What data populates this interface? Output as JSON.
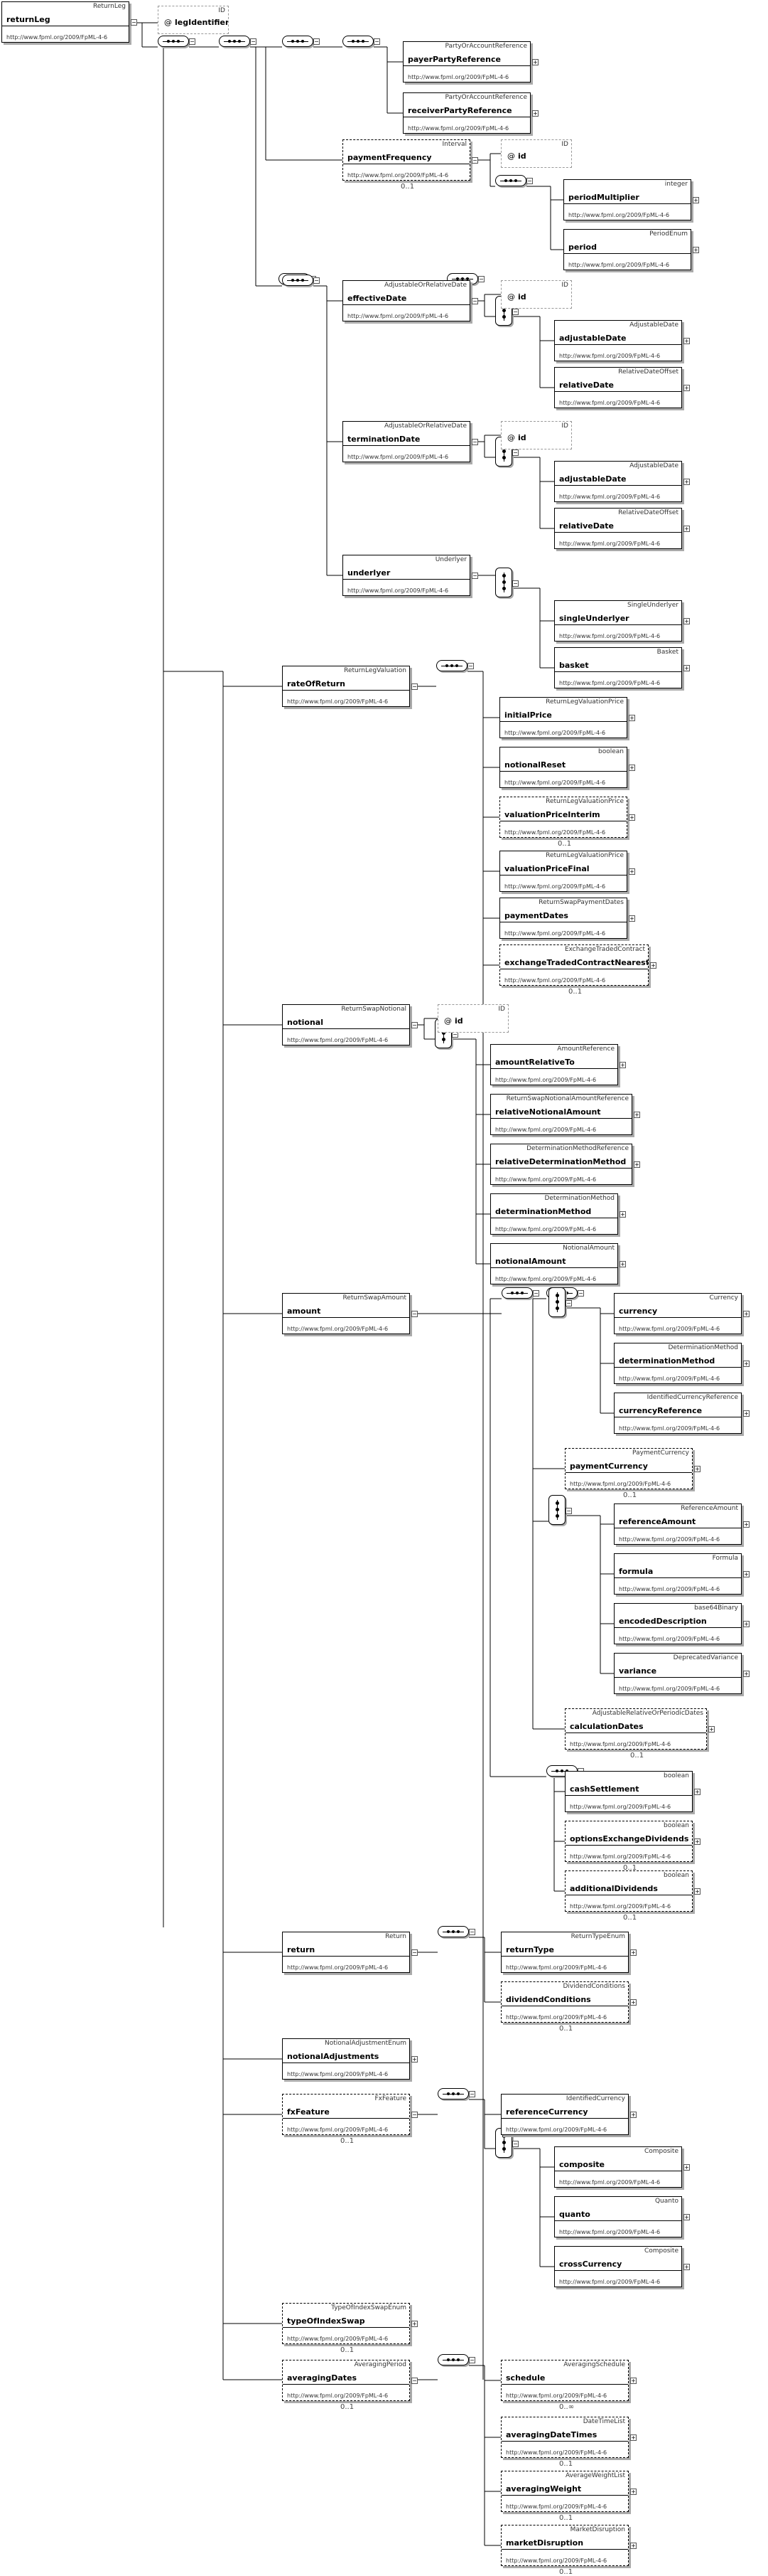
{
  "namespace": "http://www.fpml.org/2009/FpML-4-6",
  "nodes": [
    {
      "id": "returnLeg",
      "name": "returnLeg",
      "type": "ReturnLeg"
    },
    {
      "id": "legIdentifier",
      "name": "legIdentifier",
      "type": "ID",
      "attr": true
    },
    {
      "id": "payerPartyReference",
      "name": "payerPartyReference",
      "type": "PartyOrAccountReference"
    },
    {
      "id": "receiverPartyReference",
      "name": "receiverPartyReference",
      "type": "PartyOrAccountReference"
    },
    {
      "id": "paymentFrequency",
      "name": "paymentFrequency",
      "type": "Interval",
      "card": "0..1"
    },
    {
      "id": "pf_id",
      "name": "id",
      "type": "ID",
      "attr": true
    },
    {
      "id": "periodMultiplier",
      "name": "periodMultiplier",
      "type": "integer"
    },
    {
      "id": "period",
      "name": "period",
      "type": "PeriodEnum"
    },
    {
      "id": "effectiveDate",
      "name": "effectiveDate",
      "type": "AdjustableOrRelativeDate"
    },
    {
      "id": "ed_id",
      "name": "id",
      "type": "ID",
      "attr": true
    },
    {
      "id": "ed_adjustableDate",
      "name": "adjustableDate",
      "type": "AdjustableDate"
    },
    {
      "id": "ed_relativeDate",
      "name": "relativeDate",
      "type": "RelativeDateOffset"
    },
    {
      "id": "terminationDate",
      "name": "terminationDate",
      "type": "AdjustableOrRelativeDate"
    },
    {
      "id": "td_id",
      "name": "id",
      "type": "ID",
      "attr": true
    },
    {
      "id": "td_adjustableDate",
      "name": "adjustableDate",
      "type": "AdjustableDate"
    },
    {
      "id": "td_relativeDate",
      "name": "relativeDate",
      "type": "RelativeDateOffset"
    },
    {
      "id": "underlyer",
      "name": "underlyer",
      "type": "Underlyer"
    },
    {
      "id": "singleUnderlyer",
      "name": "singleUnderlyer",
      "type": "SingleUnderlyer"
    },
    {
      "id": "basket",
      "name": "basket",
      "type": "Basket"
    },
    {
      "id": "rateOfReturn",
      "name": "rateOfReturn",
      "type": "ReturnLegValuation"
    },
    {
      "id": "initialPrice",
      "name": "initialPrice",
      "type": "ReturnLegValuationPrice"
    },
    {
      "id": "notionalReset",
      "name": "notionalReset",
      "type": "boolean"
    },
    {
      "id": "valuationPriceInterim",
      "name": "valuationPriceInterim",
      "type": "ReturnLegValuationPrice",
      "card": "0..1"
    },
    {
      "id": "valuationPriceFinal",
      "name": "valuationPriceFinal",
      "type": "ReturnLegValuationPrice"
    },
    {
      "id": "paymentDates",
      "name": "paymentDates",
      "type": "ReturnSwapPaymentDates"
    },
    {
      "id": "exchangeTradedContractNearest",
      "name": "exchangeTradedContractNearest",
      "type": "ExchangeTradedContract",
      "card": "0..1"
    },
    {
      "id": "notional",
      "name": "notional",
      "type": "ReturnSwapNotional"
    },
    {
      "id": "n_id",
      "name": "id",
      "type": "ID",
      "attr": true
    },
    {
      "id": "amountRelativeTo",
      "name": "amountRelativeTo",
      "type": "AmountReference"
    },
    {
      "id": "relativeNotionalAmount",
      "name": "relativeNotionalAmount",
      "type": "ReturnSwapNotionalAmountReference"
    },
    {
      "id": "relativeDeterminationMethod",
      "name": "relativeDeterminationMethod",
      "type": "DeterminationMethodReference"
    },
    {
      "id": "n_determinationMethod",
      "name": "determinationMethod",
      "type": "DeterminationMethod"
    },
    {
      "id": "notionalAmount",
      "name": "notionalAmount",
      "type": "NotionalAmount"
    },
    {
      "id": "amount",
      "name": "amount",
      "type": "ReturnSwapAmount"
    },
    {
      "id": "currency",
      "name": "currency",
      "type": "Currency"
    },
    {
      "id": "a_determinationMethod",
      "name": "determinationMethod",
      "type": "DeterminationMethod"
    },
    {
      "id": "currencyReference",
      "name": "currencyReference",
      "type": "IdentifiedCurrencyReference"
    },
    {
      "id": "paymentCurrency",
      "name": "paymentCurrency",
      "type": "PaymentCurrency",
      "card": "0..1"
    },
    {
      "id": "referenceAmount",
      "name": "referenceAmount",
      "type": "ReferenceAmount"
    },
    {
      "id": "formula",
      "name": "formula",
      "type": "Formula"
    },
    {
      "id": "encodedDescription",
      "name": "encodedDescription",
      "type": "base64Binary"
    },
    {
      "id": "variance",
      "name": "variance",
      "type": "DeprecatedVariance"
    },
    {
      "id": "calculationDates",
      "name": "calculationDates",
      "type": "AdjustableRelativeOrPeriodicDates",
      "card": "0..1"
    },
    {
      "id": "cashSettlement",
      "name": "cashSettlement",
      "type": "boolean"
    },
    {
      "id": "optionsExchangeDividends",
      "name": "optionsExchangeDividends",
      "type": "boolean",
      "card": "0..1"
    },
    {
      "id": "additionalDividends",
      "name": "additionalDividends",
      "type": "boolean",
      "card": "0..1"
    },
    {
      "id": "return",
      "name": "return",
      "type": "Return"
    },
    {
      "id": "returnType",
      "name": "returnType",
      "type": "ReturnTypeEnum"
    },
    {
      "id": "dividendConditions",
      "name": "dividendConditions",
      "type": "DividendConditions",
      "card": "0..1"
    },
    {
      "id": "notionalAdjustments",
      "name": "notionalAdjustments",
      "type": "NotionalAdjustmentEnum"
    },
    {
      "id": "fxFeature",
      "name": "fxFeature",
      "type": "FxFeature",
      "card": "0..1"
    },
    {
      "id": "referenceCurrency",
      "name": "referenceCurrency",
      "type": "IdentifiedCurrency"
    },
    {
      "id": "composite",
      "name": "composite",
      "type": "Composite"
    },
    {
      "id": "quanto",
      "name": "quanto",
      "type": "Quanto"
    },
    {
      "id": "crossCurrency",
      "name": "crossCurrency",
      "type": "Composite"
    },
    {
      "id": "typeOfIndexSwap",
      "name": "typeOfIndexSwap",
      "type": "TypeOfIndexSwapEnum",
      "card": "0..1"
    },
    {
      "id": "averagingDates",
      "name": "averagingDates",
      "type": "AveragingPeriod",
      "card": "0..1"
    },
    {
      "id": "schedule",
      "name": "schedule",
      "type": "AveragingSchedule",
      "card": "0..∞"
    },
    {
      "id": "averagingDateTimes",
      "name": "averagingDateTimes",
      "type": "DateTimeList",
      "card": "0..1"
    },
    {
      "id": "averagingWeight",
      "name": "averagingWeight",
      "type": "AverageWeightList",
      "card": "0..1"
    },
    {
      "id": "marketDisruption",
      "name": "marketDisruption",
      "type": "MarketDisruption",
      "card": "0..1"
    }
  ]
}
